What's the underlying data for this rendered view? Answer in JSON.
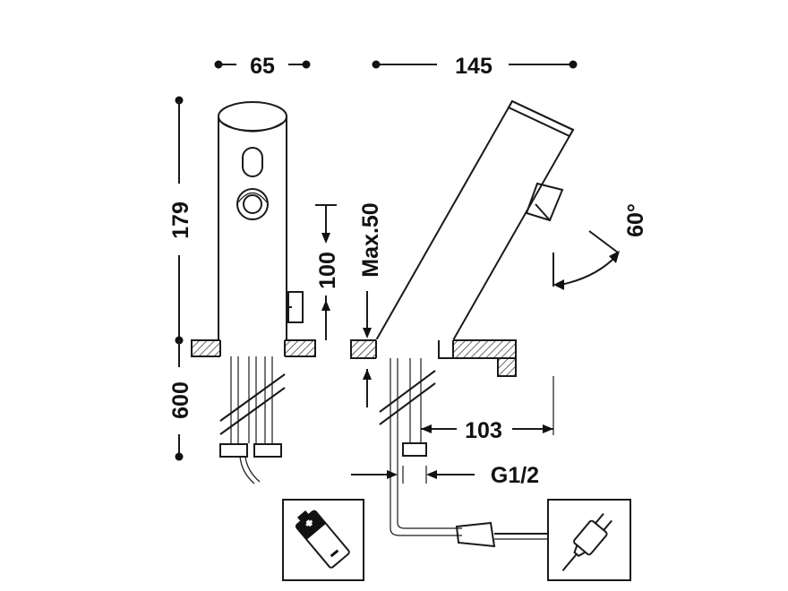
{
  "dimensions": {
    "width_body": "65",
    "width_total": "145",
    "height_total": "179",
    "height_spout": "100",
    "max_deck": "Max.50",
    "hose_length": "600",
    "reach": "103",
    "thread": "G1/2",
    "angle": "60°"
  },
  "icons": {
    "battery": "battery-icon",
    "plug": "power-plug-icon"
  }
}
